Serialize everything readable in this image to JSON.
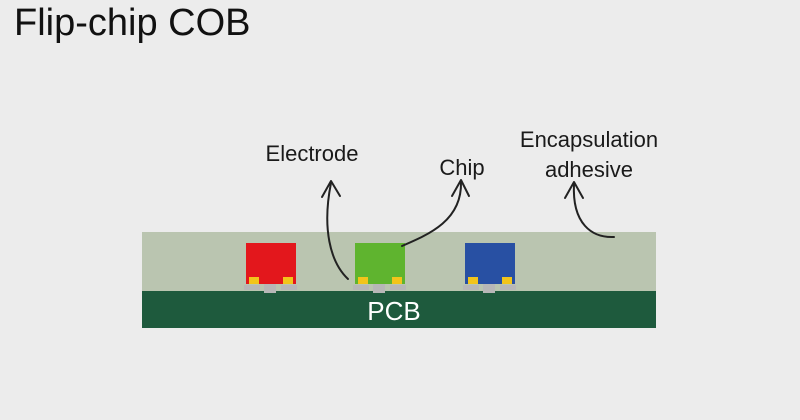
{
  "title": "Flip-chip COB",
  "labels": {
    "electrode": "Electrode",
    "chip": "Chip",
    "encapsulation_line1": "Encapsulation",
    "encapsulation_line2": "adhesive",
    "pcb": "PCB"
  },
  "colors": {
    "background": "#ececec",
    "encapsulation": "#bac5b0",
    "pcb": "#1e5a3d",
    "chip_red": "#e3171c",
    "chip_green": "#5fb42f",
    "chip_blue": "#2850a3",
    "electrode_pad": "#f2c41b",
    "bond_pad": "#b7b7b7",
    "arrow": "#222222"
  },
  "chips": [
    {
      "name": "red",
      "color_key": "chip_red"
    },
    {
      "name": "green",
      "color_key": "chip_green"
    },
    {
      "name": "blue",
      "color_key": "chip_blue"
    }
  ]
}
